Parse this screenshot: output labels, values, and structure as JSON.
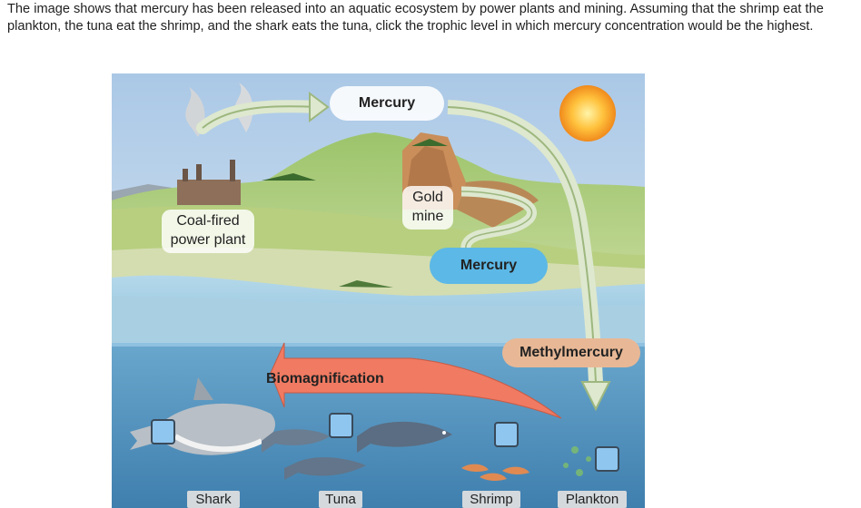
{
  "question": {
    "text": "The image shows that mercury has been released into an aquatic ecosystem by power plants and mining. Assuming that the shrimp eat the plankton, the tuna eat the shrimp, and the shark eats the tuna, click the trophic level in which mercury concentration would be the highest."
  },
  "figure": {
    "mercury_top": "Mercury",
    "gold_mine_line1": "Gold",
    "gold_mine_line2": "mine",
    "power_plant_line1": "Coal-fired",
    "power_plant_line2": "power plant",
    "mercury_water": "Mercury",
    "methylmercury": "Methylmercury",
    "biomagnification": "Biomagnification"
  },
  "trophic_levels": [
    {
      "label": "Shark"
    },
    {
      "label": "Tuna"
    },
    {
      "label": "Shrimp"
    },
    {
      "label": "Plankton"
    }
  ],
  "colors": {
    "checkbox_fill": "#8ec6ef",
    "mercury_water_bubble": "#5cb8e6",
    "methylmercury_bubble": "#e8b896",
    "biomagnification_arrow": "#f07a62",
    "water": "#4f94bd"
  }
}
